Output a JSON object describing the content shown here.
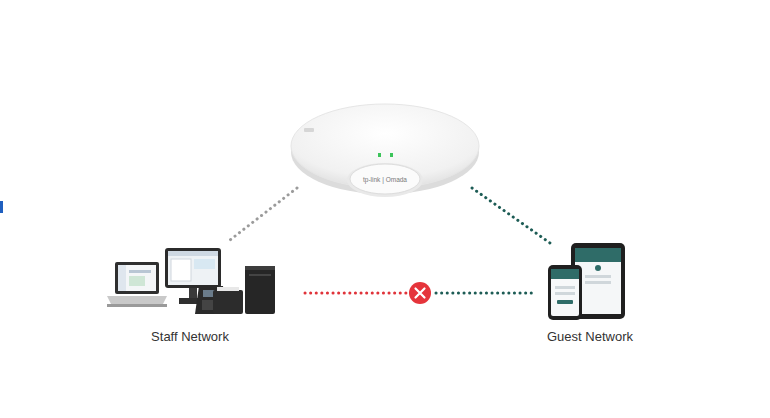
{
  "diagram": {
    "nodes": [
      {
        "text": [
          "tp-link | Omada"
        ]
      },
      {
        "text": [
          "Staff Network"
        ]
      },
      {
        "text": [
          "Guest Network"
        ]
      }
    ],
    "edges": [
      {
        "from": 0,
        "to": 1,
        "arrow": "none"
      },
      {
        "from": 0,
        "to": 2,
        "arrow": "none"
      },
      {
        "from": 1,
        "to": 2,
        "arrow": "none"
      }
    ]
  }
}
